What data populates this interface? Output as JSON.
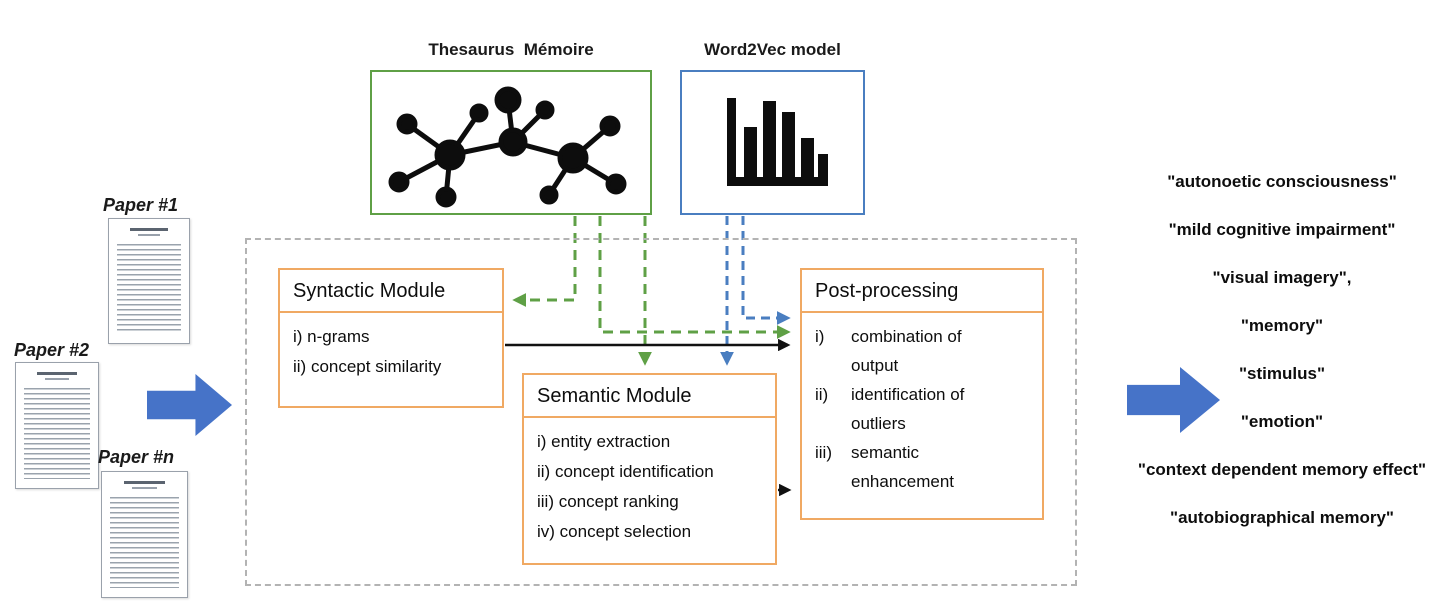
{
  "sources": {
    "thesaurus": {
      "label": "Thesaurus  Mémoire",
      "icon": "network-graph-icon",
      "border_color": "#5fa046"
    },
    "word2vec": {
      "label": "Word2Vec model",
      "icon": "bar-chart-icon",
      "border_color": "#4a7ec0"
    }
  },
  "input_papers": [
    {
      "label": "Paper #1"
    },
    {
      "label": "Paper #2"
    },
    {
      "label": "Paper #n"
    }
  ],
  "pipeline": {
    "syntactic_module": {
      "title": "Syntactic Module",
      "items": [
        "i) n-grams",
        "ii) concept similarity"
      ]
    },
    "semantic_module": {
      "title": "Semantic Module",
      "items": [
        "i) entity extraction",
        "ii) concept identification",
        "iii) concept ranking",
        "iv) concept selection"
      ]
    },
    "post_processing": {
      "title": "Post-processing",
      "items": [
        {
          "marker": "i)",
          "text": "combination of output"
        },
        {
          "marker": "ii)",
          "text": "identification of outliers"
        },
        {
          "marker": "iii)",
          "text": "semantic enhancement"
        }
      ]
    }
  },
  "output_terms": [
    "\"autonoetic consciousness\"",
    "\"mild cognitive impairment\"",
    "\"visual imagery\",",
    "\"memory\"",
    "\"stimulus\"",
    "\"emotion\"",
    "\"context dependent memory effect\"",
    "\"autobiographical memory\""
  ],
  "colors": {
    "green": "#5fa046",
    "blue": "#4a7ec0",
    "orange": "#f0a963",
    "arrow_blue": "#4673c8",
    "dashed_border": "#b3b3b3"
  }
}
